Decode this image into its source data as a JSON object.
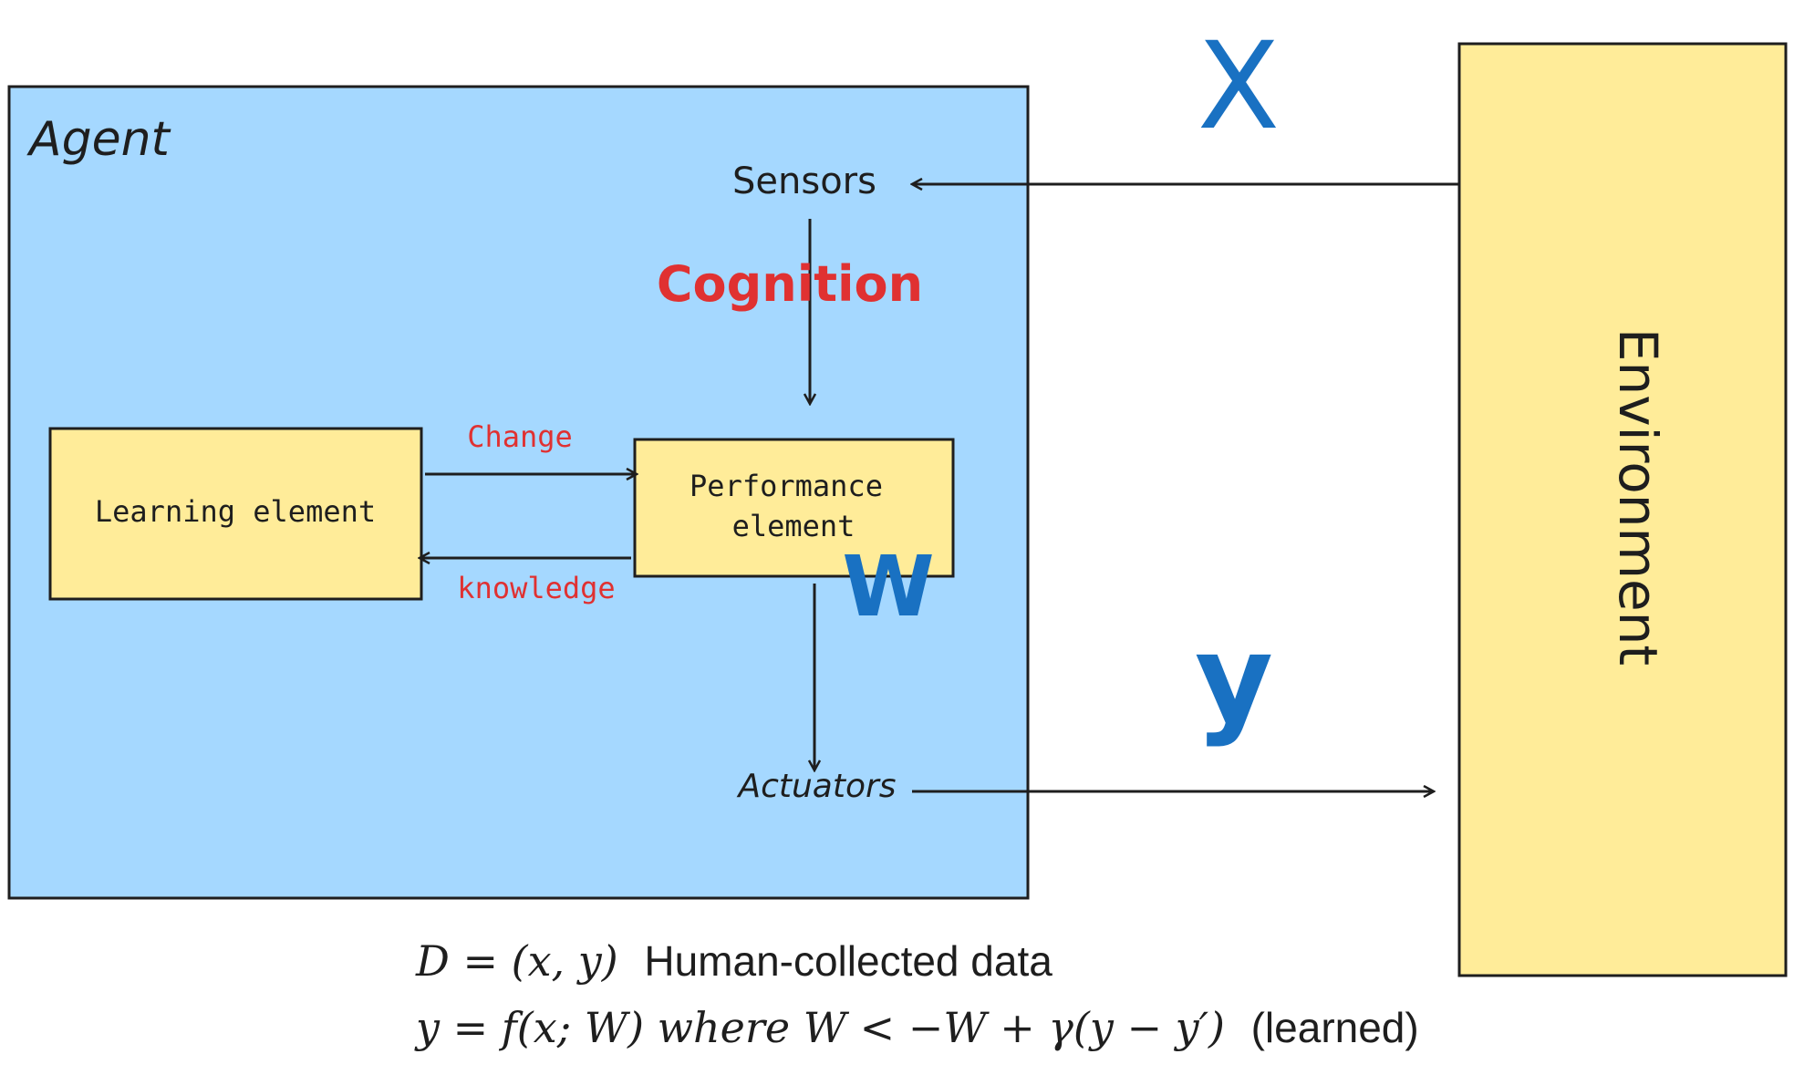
{
  "agent": {
    "label": "Agent",
    "fill": "#a5d8ff"
  },
  "environment": {
    "label": "Environment",
    "fill": "#ffec99"
  },
  "sensors_label": "Sensors",
  "cognition_label": "Cognition",
  "actuators_label": "Actuators",
  "learning_element": {
    "label": "Learning element",
    "fill": "#ffec99"
  },
  "performance_element": {
    "line1": "Performance",
    "line2": "element",
    "fill": "#ffec99"
  },
  "change_label": "Change",
  "knowledge_label": "knowledge",
  "weight_label": "W",
  "input_label": "X",
  "output_label": "y",
  "colors": {
    "red": "#e03131",
    "blue": "#1971c2",
    "stroke": "#1e1e1e"
  },
  "formula": {
    "line1_math": "D = (x, y)",
    "line1_text": "Human-collected data",
    "line2_math": "y = f(x; W) where W < −W + γ(y − y′)",
    "line2_text": "(learned)"
  }
}
